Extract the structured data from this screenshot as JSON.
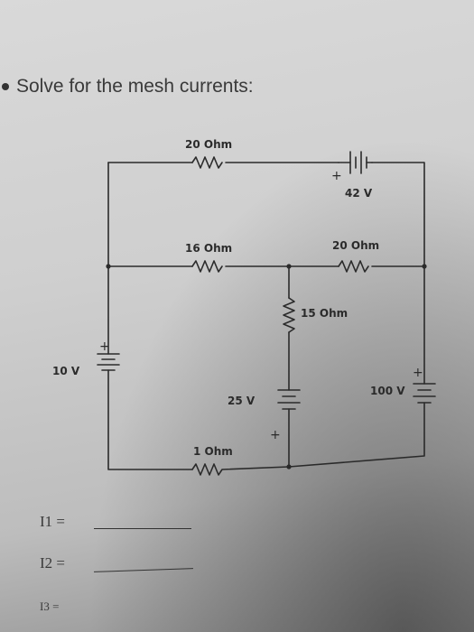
{
  "question": "Solve for the mesh currents:",
  "resistors": {
    "r_top": "20 Ohm",
    "r_mid_left": "16 Ohm",
    "r_mid_right": "20 Ohm",
    "r_center": "15 Ohm",
    "r_bottom": "1 Ohm"
  },
  "sources": {
    "v_top": "42 V",
    "v_left": "10 V",
    "v_center": "25 V",
    "v_right": "100 V"
  },
  "polarity": {
    "plus": "+"
  },
  "answers": [
    "I1 =",
    "I2 =",
    "I3 ="
  ]
}
